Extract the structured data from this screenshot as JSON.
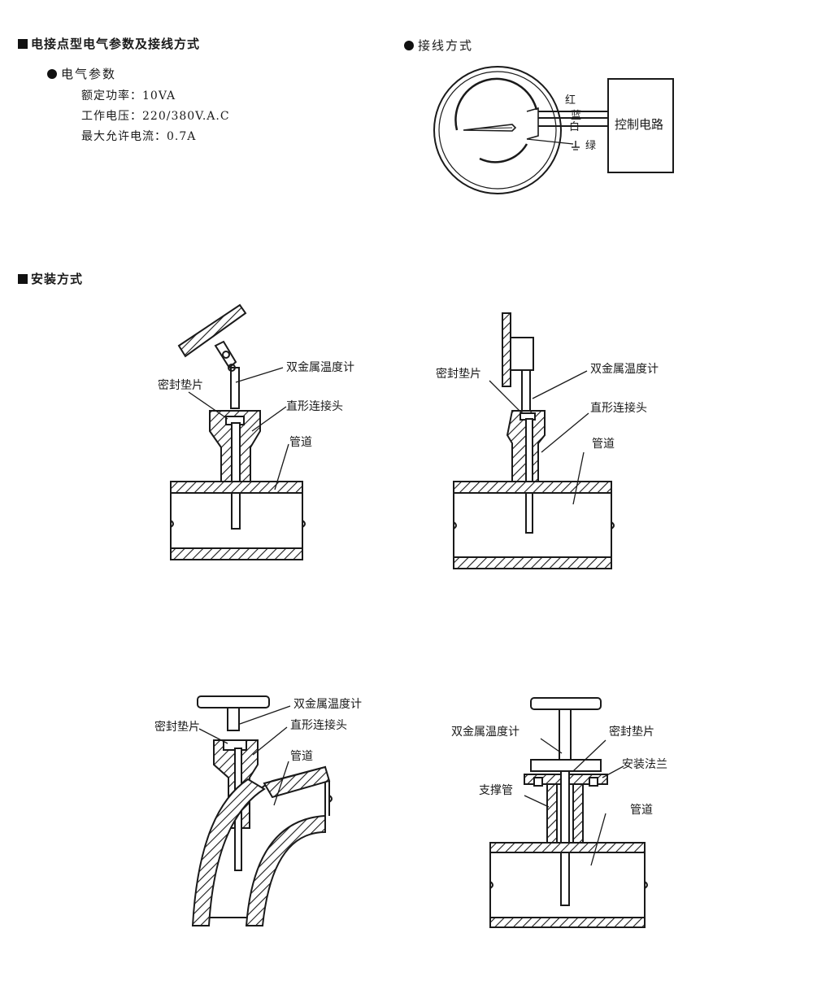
{
  "section_electrical": {
    "heading": "电接点型电气参数及接线方式",
    "params_title": "电气参数",
    "params": [
      {
        "label": "额定功率：",
        "value": "10VA"
      },
      {
        "label": "工作电压：",
        "value": "220/380V.A.C"
      },
      {
        "label": "最大允许电流：",
        "value": "0.7A"
      }
    ],
    "wiring_title": "接线方式",
    "wire_colors": [
      "红",
      "蓝",
      "白",
      "绿"
    ],
    "control_box": "控制电路"
  },
  "section_install": {
    "heading": "安装方式",
    "diagram1": {
      "thermometer": "双金属温度计",
      "gasket": "密封垫片",
      "connector": "直形连接头",
      "pipe": "管道"
    },
    "diagram2": {
      "thermometer": "双金属温度计",
      "gasket": "密封垫片",
      "connector": "直形连接头",
      "pipe": "管道"
    },
    "diagram3": {
      "thermometer": "双金属温度计",
      "gasket": "密封垫片",
      "connector": "直形连接头",
      "pipe": "管道"
    },
    "diagram4": {
      "thermometer": "双金属温度计",
      "gasket": "密封垫片",
      "flange": "安装法兰",
      "support_tube": "支撑管",
      "pipe": "管道"
    }
  }
}
